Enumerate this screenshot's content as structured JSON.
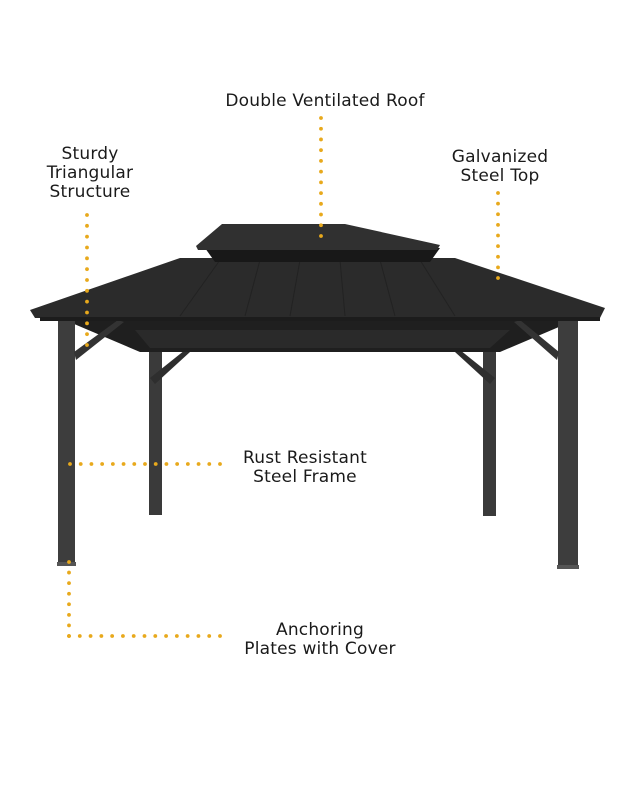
{
  "accent_color": "#e8a91c",
  "labels": {
    "roof": [
      "Double Ventilated Roof"
    ],
    "structure": [
      "Sturdy",
      "Triangular",
      "Structure"
    ],
    "top": [
      "Galvanized",
      "Steel Top"
    ],
    "frame": [
      "Rust Resistant",
      "Steel Frame"
    ],
    "plates": [
      "Anchoring",
      "Plates with Cover"
    ]
  }
}
